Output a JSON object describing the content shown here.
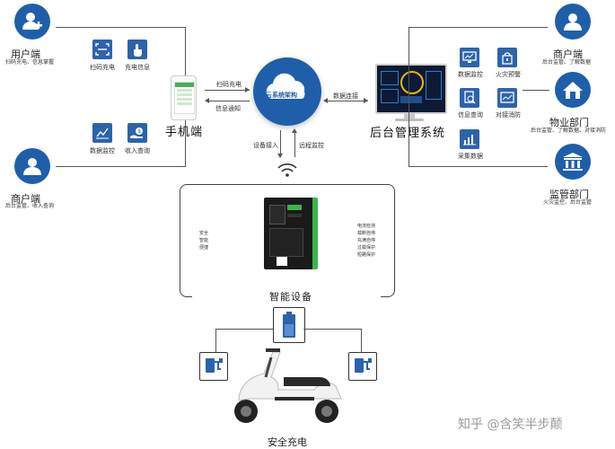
{
  "user_end": {
    "title": "用户端",
    "desc": "扫码充电、信息掌握"
  },
  "merchant_left": {
    "title": "商户端",
    "desc": "后台监管、收入查询"
  },
  "mobile": {
    "title": "手机端",
    "icons": [
      {
        "label": "扫码充电",
        "icon": "scan-icon"
      },
      {
        "label": "充电信息",
        "icon": "touch-icon"
      },
      {
        "label": "数据监控",
        "icon": "chart-icon"
      },
      {
        "label": "收入查询",
        "icon": "money-icon"
      }
    ]
  },
  "cloud": {
    "title": "云系统架构",
    "left_top": "扫码充电",
    "left_bottom": "信息通知",
    "right": "数据连接",
    "down_left": "设备接入",
    "down_right": "远程监控"
  },
  "backend": {
    "title": "后台管理系统",
    "icons": [
      {
        "label": "数据监控",
        "icon": "monitor-icon"
      },
      {
        "label": "火灾预警",
        "icon": "fire-icon"
      },
      {
        "label": "信息查询",
        "icon": "search-doc-icon"
      },
      {
        "label": "对接消防",
        "icon": "alarm-icon"
      },
      {
        "label": "采集数据",
        "icon": "bar-chart-icon"
      }
    ]
  },
  "merchant_right": {
    "title": "商户端",
    "desc": "后台监管、了解数据"
  },
  "property": {
    "title": "物业部门",
    "desc": "后台监管、了解数据、对接消防"
  },
  "regulator": {
    "title": "监管部门",
    "desc": "火灾监控、后台监管"
  },
  "device": {
    "title": "智能设备",
    "left_features": [
      "安全",
      "智能",
      "便捷"
    ],
    "right_features": [
      "电流检测",
      "载断自停",
      "充满自停",
      "过载保护",
      "短路保护"
    ]
  },
  "safe": {
    "title": "安全充电"
  },
  "watermark": "知乎 @含笑半步颠",
  "colors": {
    "accent": "#1f5faa",
    "icon_square": "#2c63ad",
    "green": "#39b54a"
  }
}
